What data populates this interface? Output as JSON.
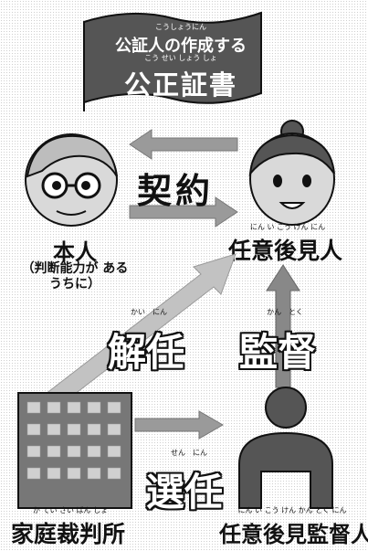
{
  "banner": {
    "title_ruby": "こうしょうにん",
    "title": "公証人の作成する",
    "subtitle_ruby": "こう せい しょう しょ",
    "subtitle": "公正証書"
  },
  "labels": {
    "contract": "契約",
    "principal": "本人",
    "principal_note": "（判断能力が あるうちに）",
    "guardian_ruby": "にん い こう けん にん",
    "guardian": "任意後見人",
    "dismissal_ruby": "かい　にん",
    "dismissal": "解任",
    "supervision_ruby": "かん　とく",
    "supervision": "監督",
    "appointment_ruby": "せん　にん",
    "appointment": "選任",
    "court_ruby": "か てい さい ばん しょ",
    "court": "家庭裁判所",
    "supervisor_ruby": "にん い こう けん かん とく にん",
    "supervisor": "任意後見監督人"
  },
  "colors": {
    "banner": "#555555",
    "arrow": "#9a9a9a",
    "skin": "#d9d9d9",
    "outline": "#111111"
  }
}
